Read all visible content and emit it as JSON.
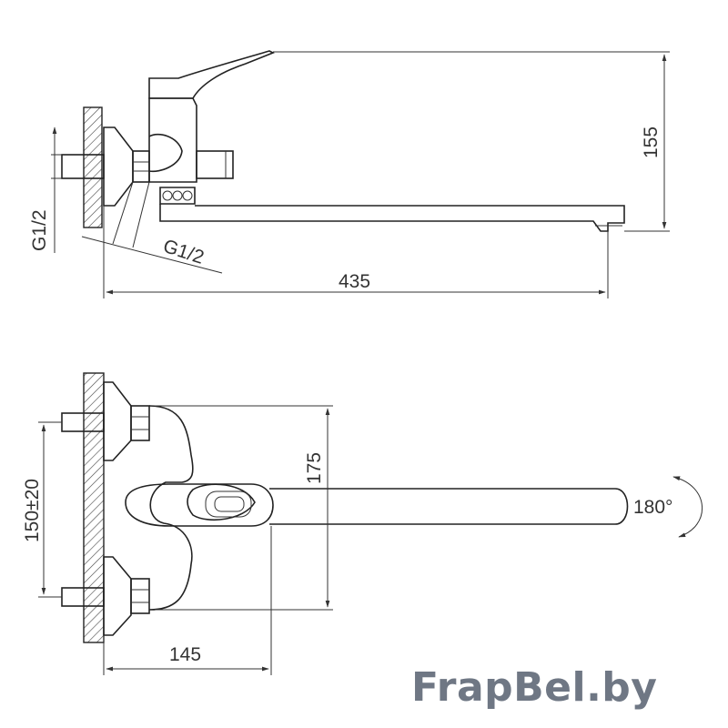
{
  "side_view": {
    "thread_vertical": "G1/2",
    "thread_diagonal": "G1/2",
    "height_155": "155",
    "length_435": "435"
  },
  "top_view": {
    "pitch": "150±20",
    "height_175": "175",
    "depth_145": "145",
    "rotation": "180°"
  },
  "watermark": "FrapBel.by",
  "colors": {
    "line": "#222222",
    "watermark": "#6f7784"
  }
}
